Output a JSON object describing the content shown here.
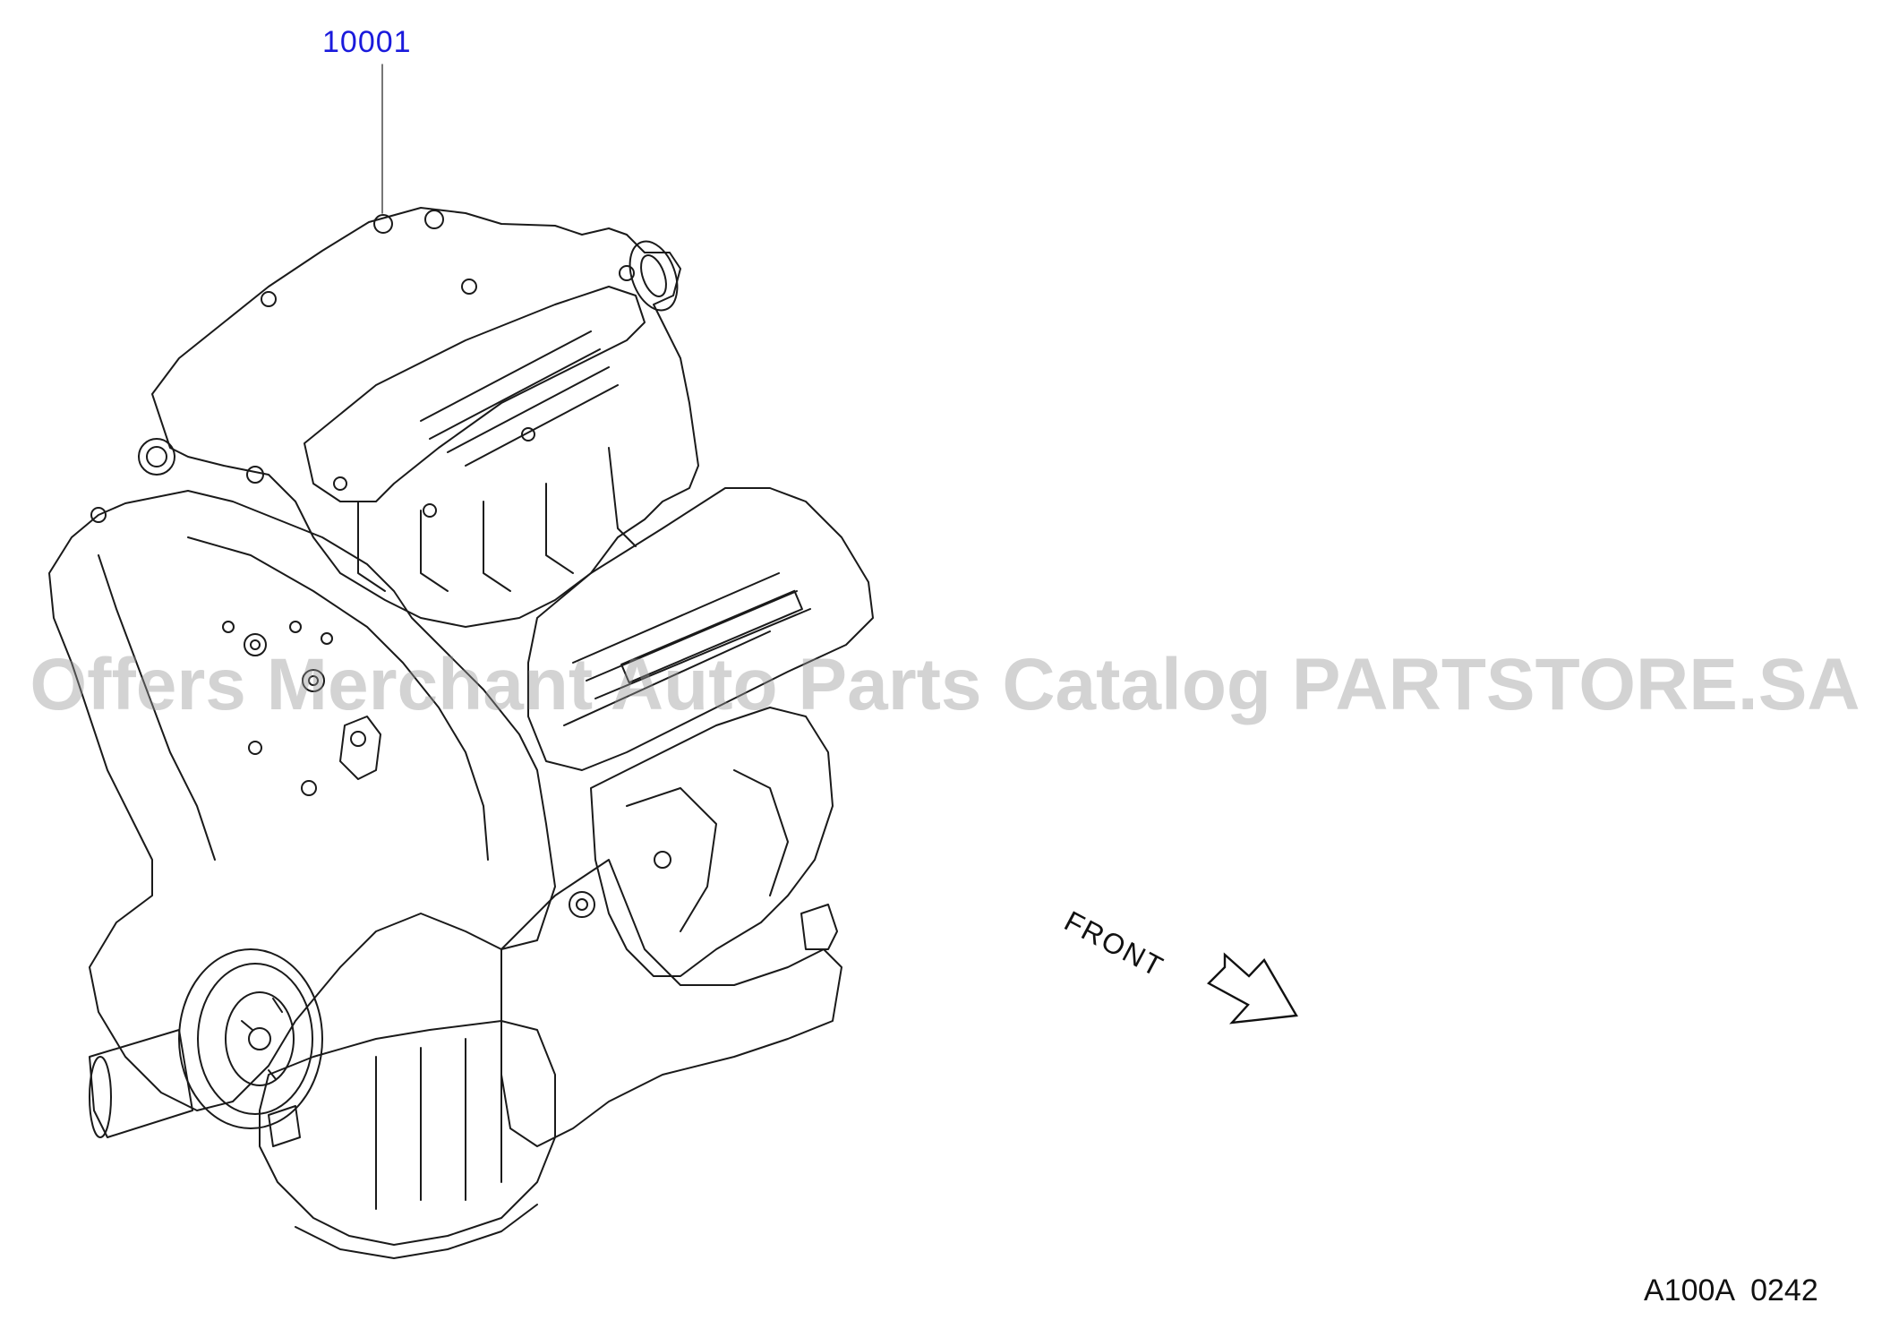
{
  "diagram": {
    "part_callouts": [
      {
        "number": "10001"
      }
    ],
    "direction_label": "FRONT",
    "diagram_code": "A100A  0242",
    "watermark": "Offers Merchant Auto Parts Catalog PARTSTORE.SA"
  },
  "colors": {
    "callout": "#1a1adc",
    "linework": "#1a1a1a",
    "watermark": "#969696"
  },
  "icons": {
    "engine": "engine-assembly-illustration",
    "arrow": "front-direction-arrow-icon"
  }
}
